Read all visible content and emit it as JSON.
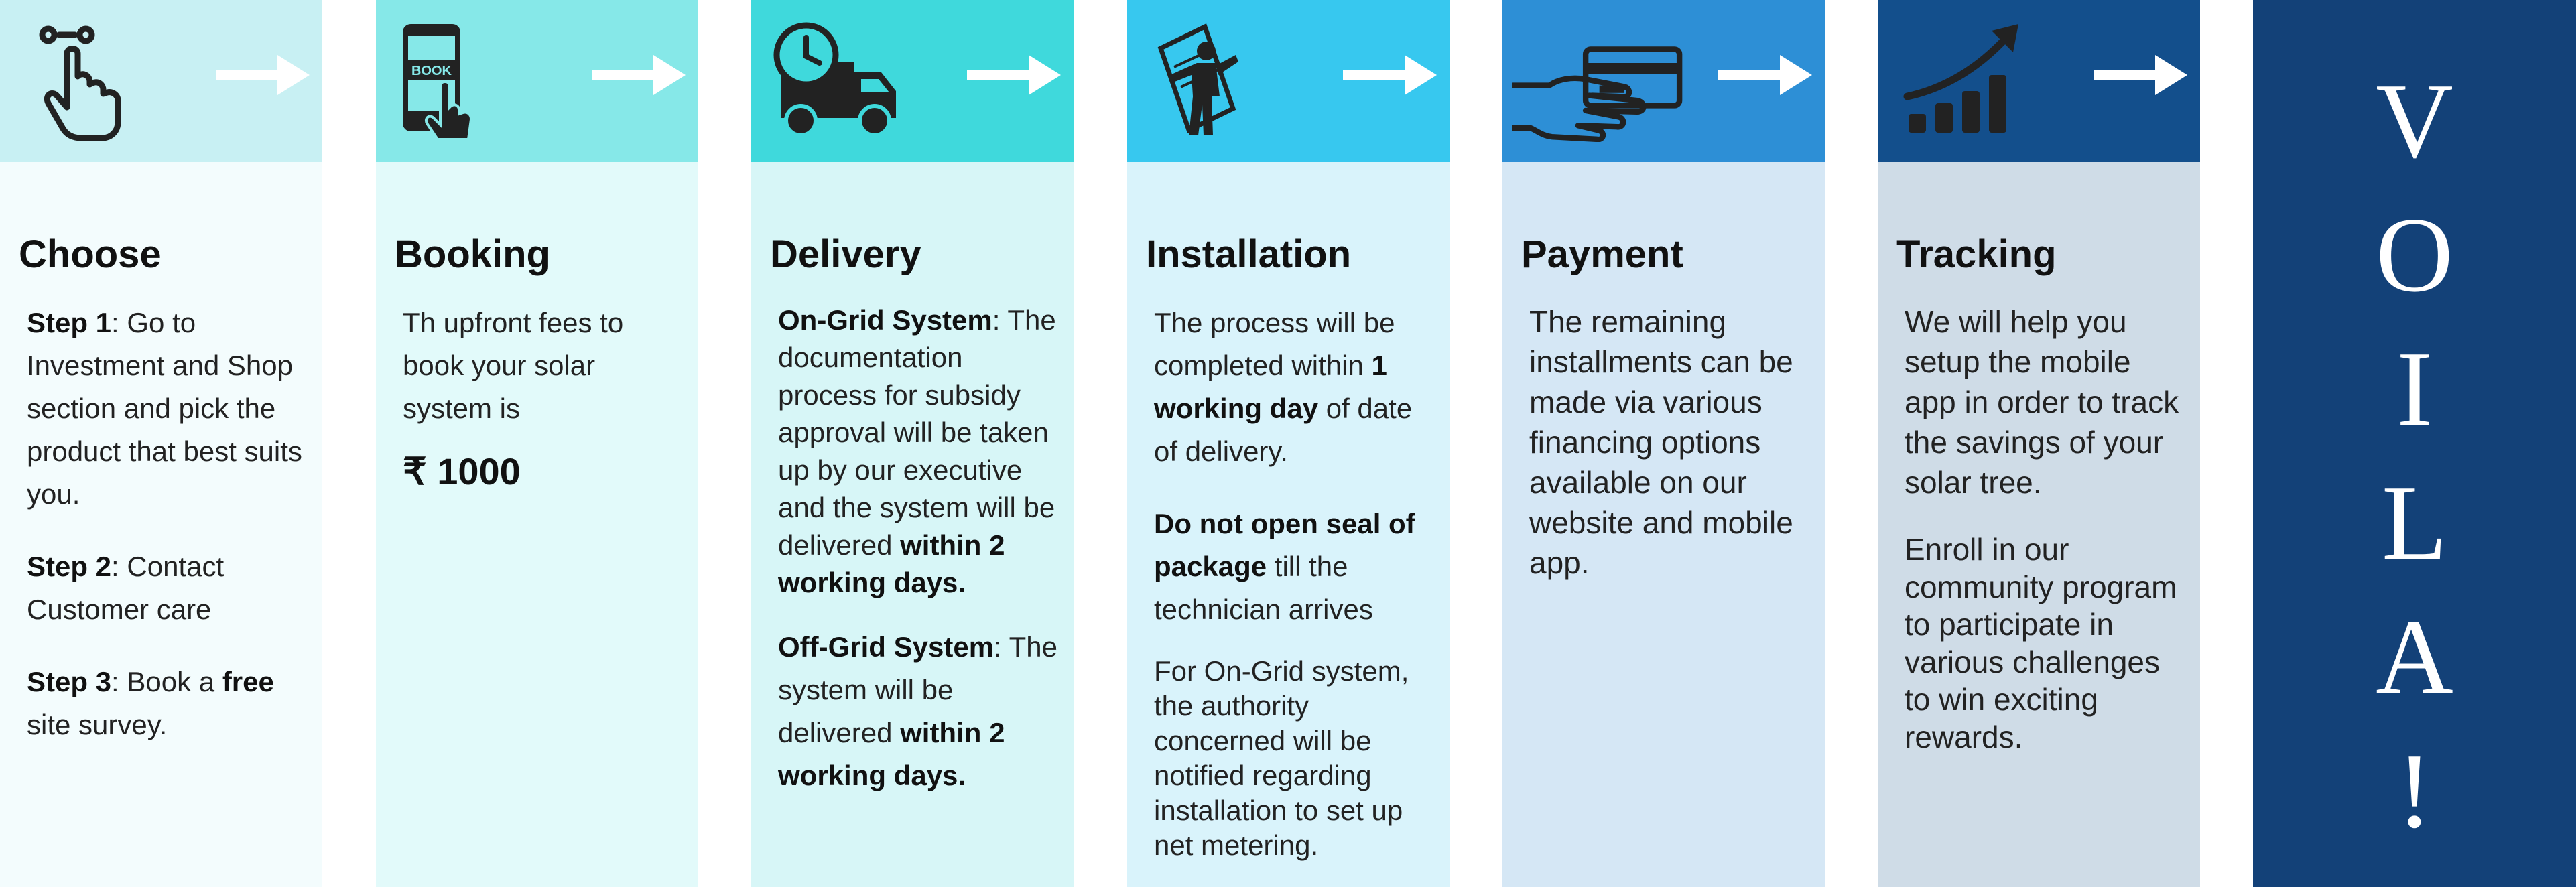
{
  "steps": [
    {
      "title": "Choose",
      "icon": "tap-gesture-icon",
      "head_color": "#c8f0f3",
      "body_color": "#f3fcfd",
      "lines": [
        {
          "bold": "Step 1",
          "text": ": Go to Investment and Shop section and pick the product that best suits you."
        },
        {
          "bold": "Step 2",
          "text": ": Contact Customer care"
        },
        {
          "bold": "Step 3",
          "text": ": Book a ",
          "bold2": "free",
          "text2": " site survey."
        }
      ]
    },
    {
      "title": "Booking",
      "icon": "mobile-booking-icon",
      "icon_label": "BOOK",
      "head_color": "#86e8e8",
      "body_color": "#e2fafa",
      "text": "Th upfront fees to book your solar system is",
      "price": "₹ 1000"
    },
    {
      "title": "Delivery",
      "icon": "delivery-truck-clock-icon",
      "head_color": "#3fd9dc",
      "body_color": "#d7f6f7",
      "ongrid_bold": "On-Grid System",
      "ongrid_text": ": The documentation process for subsidy approval will be taken up by our executive and the system will be delivered ",
      "ongrid_bold2": "within 2 working days.",
      "offgrid_bold": "Off-Grid System",
      "offgrid_text": ": The system will be delivered ",
      "offgrid_bold2": "within 2 working days."
    },
    {
      "title": "Installation",
      "icon": "solar-panel-installer-icon",
      "head_color": "#37c8ef",
      "body_color": "#d9f3fb",
      "p1_text": "The process will be completed within ",
      "p1_bold": "1 working day",
      "p1_text2": " of date of delivery.",
      "p2_bold": "Do not open seal of package",
      "p2_text": " till the technician arrives",
      "p3": "For On-Grid system, the authority concerned will be notified regarding installation to set up net metering."
    },
    {
      "title": "Payment",
      "icon": "hand-card-payment-icon",
      "head_color": "#2d8fd6",
      "body_color": "#d5e7f5",
      "text": "The remaining installments can be made via various financing options available on our website and mobile app."
    },
    {
      "title": "Tracking",
      "icon": "growth-chart-icon",
      "head_color": "#134f8c",
      "body_color": "#cfdce7",
      "p1": "We will help you setup the mobile app in order to track the savings of your solar tree.",
      "p2": "Enroll in our community program to participate in various challenges to win exciting rewards."
    }
  ],
  "voila": {
    "letters": [
      "V",
      "O",
      "I",
      "L",
      "A",
      "!"
    ],
    "background": "#134178"
  },
  "arrow_icon": "right-arrow-icon"
}
